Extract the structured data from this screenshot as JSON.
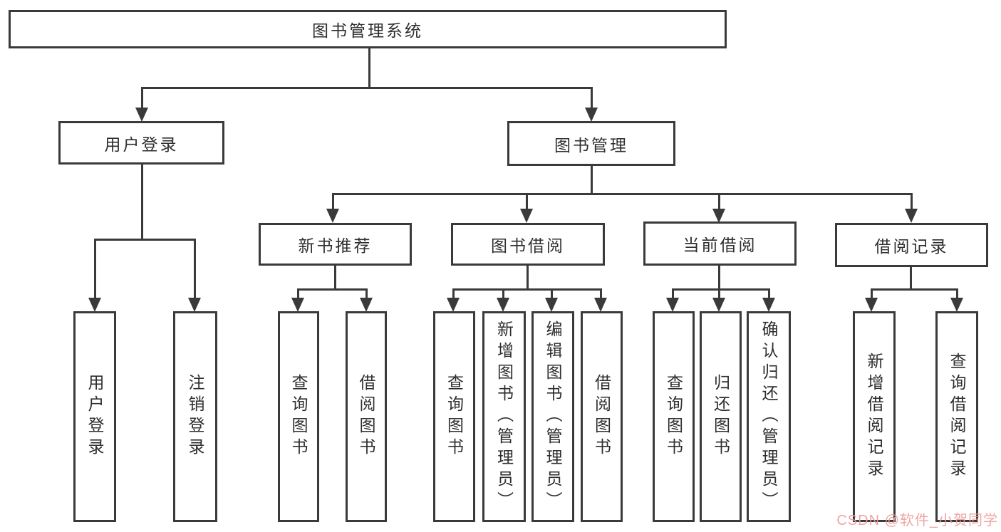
{
  "diagram_title": "图书管理系统",
  "colors": {
    "line": "#3a3a3a",
    "text": "#2e2e2e",
    "bg": "#ffffff",
    "watermark": "#f09b9b"
  },
  "nodes": {
    "root": {
      "label": "图书管理系统"
    },
    "user_login": {
      "label": "用户登录"
    },
    "book_mgmt": {
      "label": "图书管理"
    },
    "new_book_rec": {
      "label": "新书推荐"
    },
    "book_borrow": {
      "label": "图书借阅"
    },
    "current_borrow": {
      "label": "当前借阅"
    },
    "borrow_records": {
      "label": "借阅记录"
    }
  },
  "leaves": [
    {
      "label": "用户登录",
      "parent": "用户登录"
    },
    {
      "label": "注销登录",
      "parent": "用户登录"
    },
    {
      "label": "查询图书",
      "parent": "新书推荐"
    },
    {
      "label": "借阅图书",
      "parent": "新书推荐"
    },
    {
      "label": "查询图书",
      "parent": "图书借阅"
    },
    {
      "label": "新增图书（管理员）",
      "parent": "图书借阅"
    },
    {
      "label": "编辑图书（管理员）",
      "parent": "图书借阅"
    },
    {
      "label": "借阅图书",
      "parent": "图书借阅"
    },
    {
      "label": "查询图书",
      "parent": "当前借阅"
    },
    {
      "label": "归还图书",
      "parent": "当前借阅"
    },
    {
      "label": "确认归还（管理员）",
      "parent": "当前借阅"
    },
    {
      "label": "新增借阅记录",
      "parent": "借阅记录"
    },
    {
      "label": "查询借阅记录",
      "parent": "借阅记录"
    }
  ],
  "watermark": {
    "text": "CSDN @软件_小贺同学"
  }
}
